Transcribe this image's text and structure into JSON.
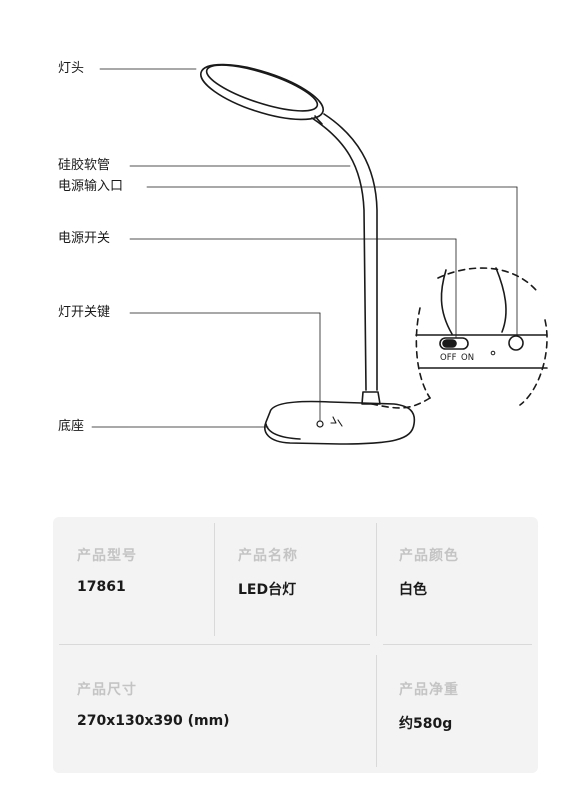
{
  "callouts": {
    "lamp_head": "灯头",
    "silicone_hose": "硅胶软管",
    "power_input": "电源输入口",
    "power_switch": "电源开关",
    "light_switch_key": "灯开关键",
    "base": "底座"
  },
  "detail": {
    "off_label": "OFF",
    "on_label": "ON"
  },
  "specs": {
    "model": {
      "label": "产品型号",
      "value": "17861"
    },
    "name": {
      "label": "产品名称",
      "value": "LED台灯"
    },
    "color": {
      "label": "产品颜色",
      "value": "白色"
    },
    "size": {
      "label": "产品尺寸",
      "value": "270x130x390 (mm)"
    },
    "weight": {
      "label": "产品净重",
      "value": "约580g"
    }
  }
}
